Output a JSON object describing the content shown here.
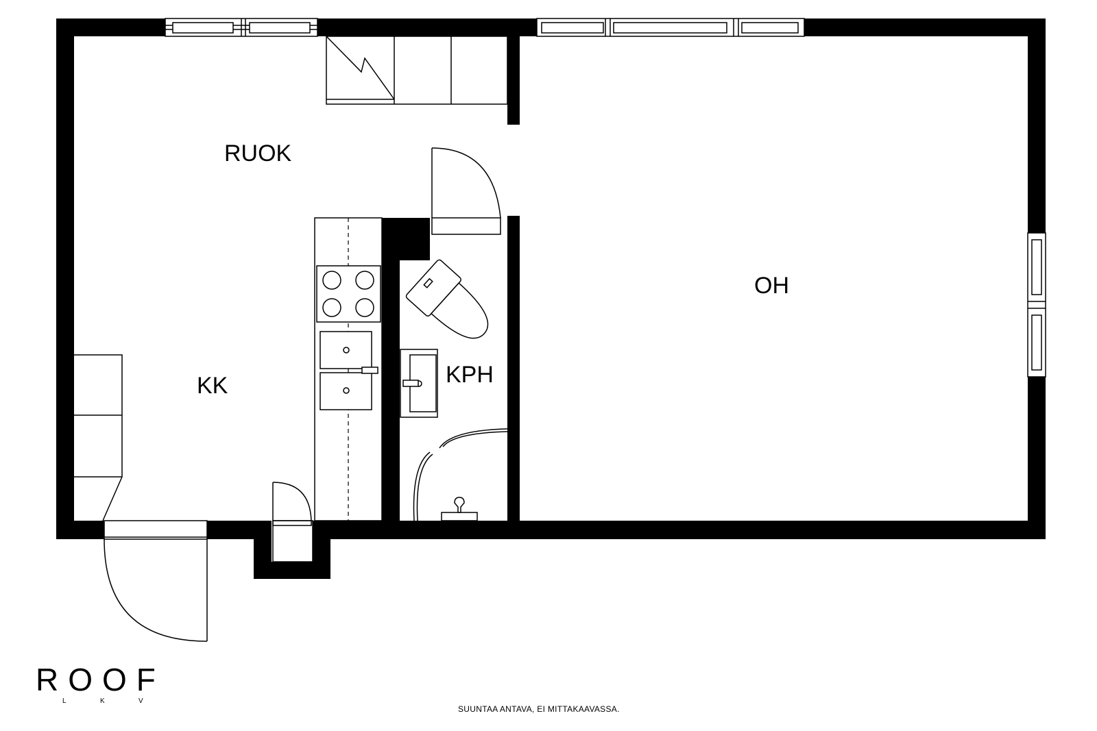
{
  "rooms": {
    "ruok": "RUOK",
    "kk": "KK",
    "kph": "KPH",
    "oh": "OH"
  },
  "logo": {
    "main": "ROOF",
    "sub_l": "L",
    "sub_k": "K",
    "sub_v": "V"
  },
  "note": "SUUNTAA ANTAVA, EI MITTAKAAVASSA.",
  "colors": {
    "wall": "#000000",
    "background": "#ffffff"
  }
}
